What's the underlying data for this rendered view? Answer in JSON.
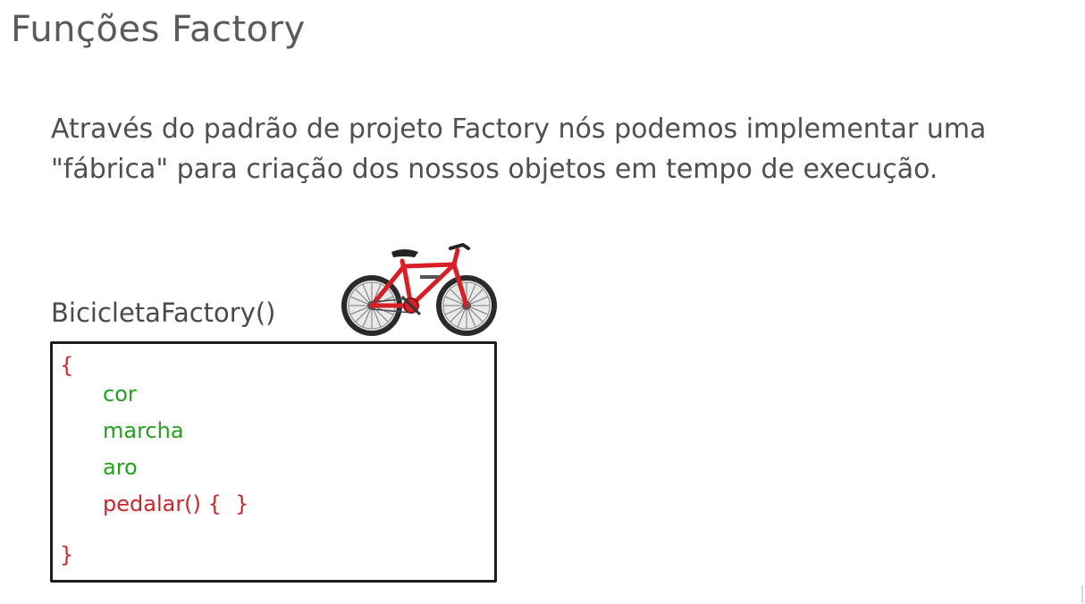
{
  "slide": {
    "title": "Funções Factory",
    "intro_line1": "Através do padrão de projeto Factory nós podemos implementar uma",
    "intro_line2": "\"fábrica\" para criação dos nossos objetos em tempo de execução.",
    "factory_label": "BicicletaFactory()",
    "code": {
      "open_brace": "{",
      "properties": [
        "cor",
        "marcha",
        "aro"
      ],
      "method": "pedalar() {  }",
      "close_brace": "}"
    },
    "colors": {
      "title": "#5a5a5a",
      "text": "#4f4f4f",
      "brace": "#c8262d",
      "property": "#23a11d",
      "method": "#c8262d",
      "bike_frame": "#d91f26"
    },
    "illustration": "bicycle-icon"
  }
}
